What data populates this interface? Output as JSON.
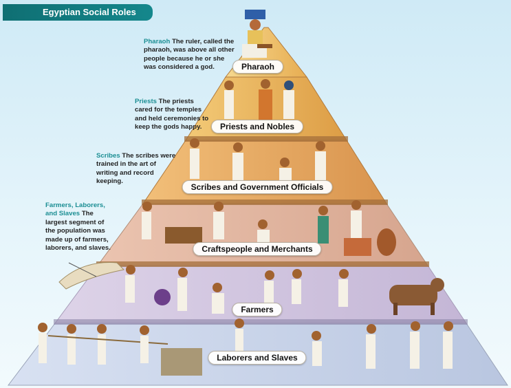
{
  "header": {
    "title": "Egyptian Social Roles"
  },
  "tiers": [
    {
      "label": "Pharaoh"
    },
    {
      "label": "Priests and Nobles"
    },
    {
      "label": "Scribes and Government Officials"
    },
    {
      "label": "Craftspeople and Merchants"
    },
    {
      "label": "Farmers"
    },
    {
      "label": "Laborers and Slaves"
    }
  ],
  "annotations": {
    "pharaoh": {
      "term": "Pharaoh",
      "text": "The ruler, called the pharaoh, was above all other people because he or she was considered a god."
    },
    "priests": {
      "term": "Priests",
      "text": "The priests cared for the temples and held ceremonies to keep the gods happy."
    },
    "scribes": {
      "term": "Scribes",
      "text": "The scribes were trained in the art of writing and record keeping."
    },
    "farmers": {
      "term": "Farmers, Laborers, and Slaves",
      "text": "The largest segment of the population was made up of farmers, laborers, and slaves."
    }
  },
  "colors": {
    "banner": "#0f6f73",
    "keyword": "#1b8e93",
    "tier_fills": [
      "#f2c36a",
      "#eeb05a",
      "#e9a55e",
      "#e2b79e",
      "#d4c8de",
      "#c9d4ea"
    ]
  },
  "icons": [
    "figure-icon",
    "ox-icon",
    "net-icon",
    "pottery-icon"
  ]
}
